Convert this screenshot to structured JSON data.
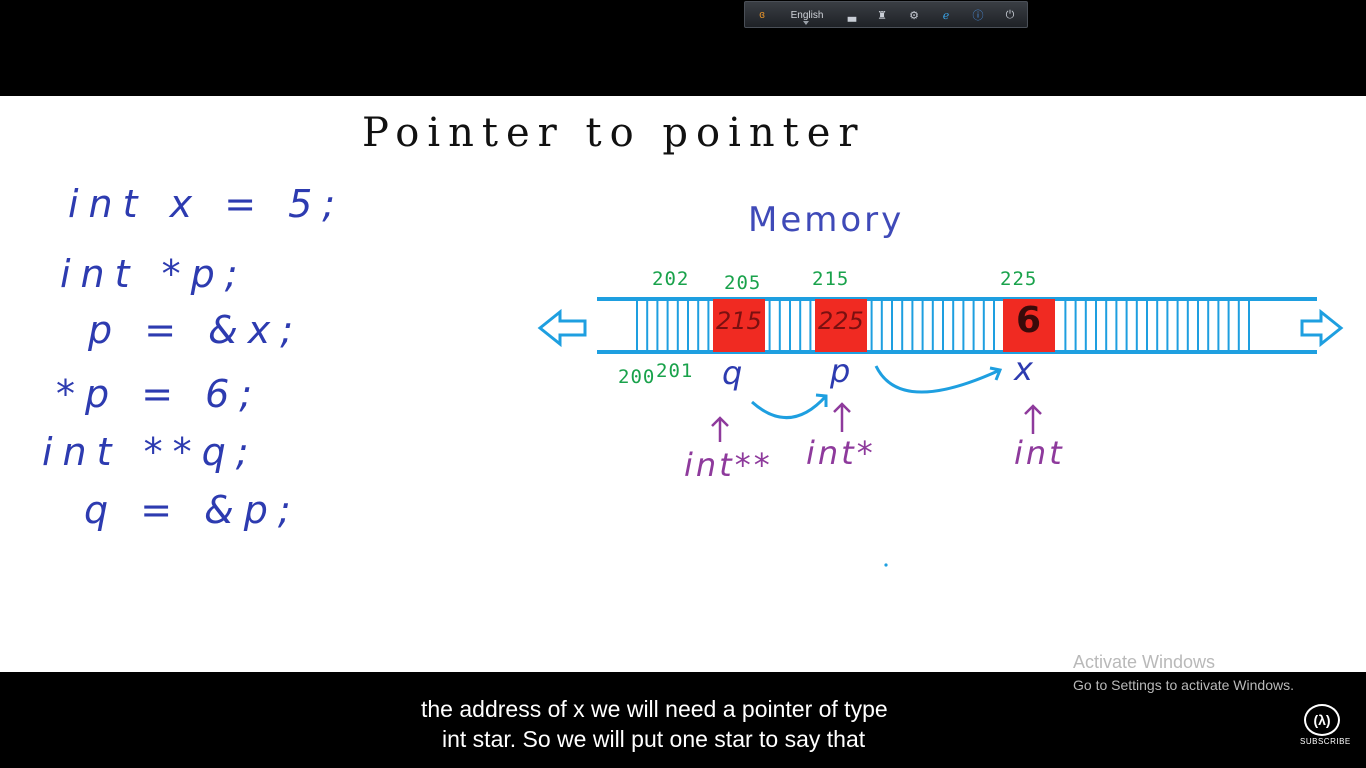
{
  "toolbar": {
    "language": "English",
    "icons": [
      "spiral-logo-icon",
      "hat-icon",
      "chess-piece-icon",
      "gear-icon",
      "edge-e-icon",
      "help-icon",
      "power-icon"
    ]
  },
  "board": {
    "title": "Pointer to pointer",
    "code_lines": [
      "int x = 5;",
      "int *p;",
      "p = &x;",
      "*p = 6;",
      "int **q;",
      "q = &p;"
    ],
    "memory_title": "Memory",
    "addresses_top": [
      "202",
      "205",
      "215",
      "225"
    ],
    "addresses_bottom": [
      "200",
      "201"
    ],
    "cells": [
      {
        "value": "215",
        "var": "q",
        "type": "int**"
      },
      {
        "value": "225",
        "var": "p",
        "type": "int*"
      },
      {
        "value": "6",
        "var": "x",
        "type": "int"
      }
    ]
  },
  "colors": {
    "code": "#2d3bb0",
    "address": "#19a24b",
    "memory_line": "#1e9fe0",
    "cell_fill": "#f02a22",
    "type_label": "#8e3a9c"
  },
  "subtitle": {
    "line1": "the address of x we will need a pointer of type",
    "line2": "int star. So we will put one star to say that"
  },
  "watermark": {
    "title": "Activate Windows",
    "detail": "Go to Settings to activate Windows."
  },
  "subscribe": {
    "label": "SUBSCRIBE",
    "logo": "(λ)"
  }
}
